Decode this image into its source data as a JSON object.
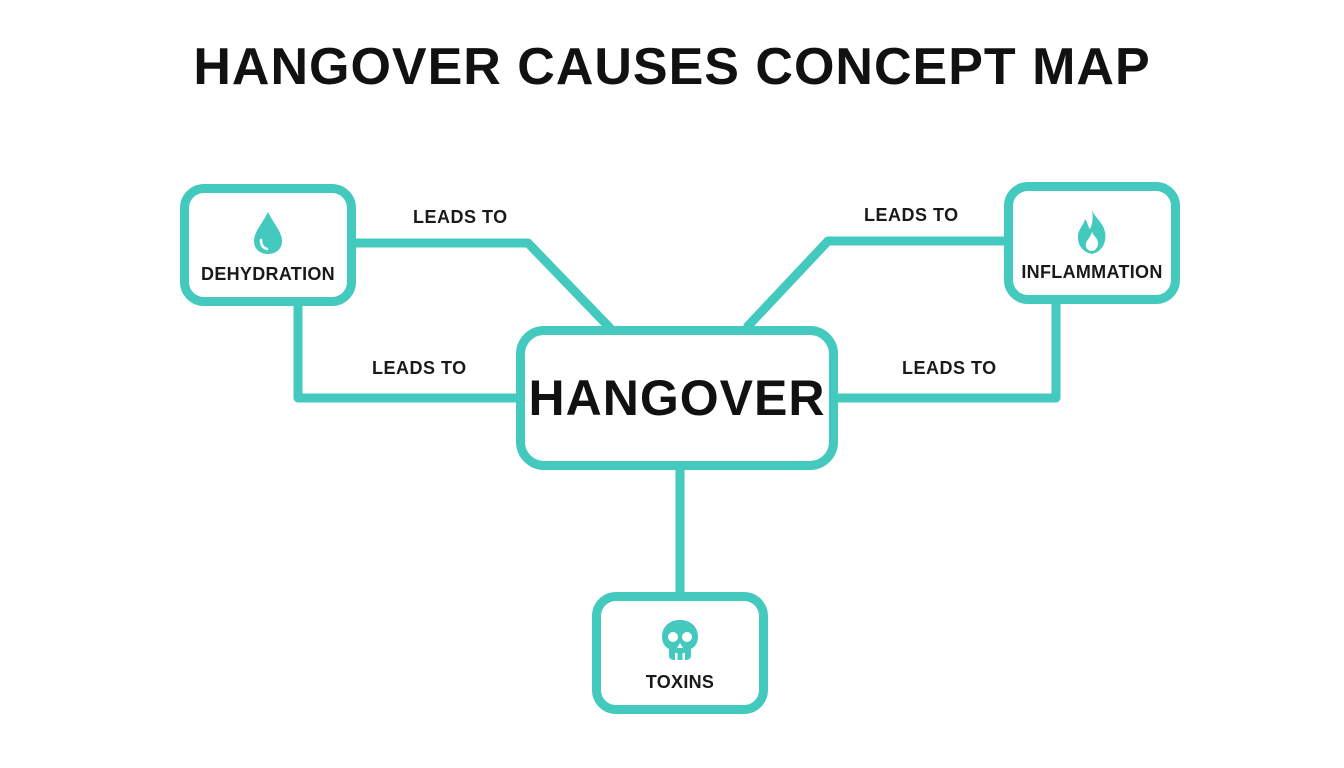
{
  "title": "HANGOVER CAUSES CONCEPT MAP",
  "colors": {
    "accent": "#44c9bf",
    "text": "#111111",
    "background": "#ffffff"
  },
  "nodes": {
    "center": {
      "label": "HANGOVER"
    },
    "dehydration": {
      "label": "DEHYDRATION",
      "icon": "water-drop-icon"
    },
    "inflammation": {
      "label": "INFLAMMATION",
      "icon": "flame-icon"
    },
    "toxins": {
      "label": "TOXINS",
      "icon": "skull-icon"
    }
  },
  "edges": [
    {
      "from": "dehydration",
      "to": "center",
      "label": "LEADS TO"
    },
    {
      "from": "dehydration",
      "to": "center",
      "label": "LEADS TO"
    },
    {
      "from": "inflammation",
      "to": "center",
      "label": "LEADS TO"
    },
    {
      "from": "inflammation",
      "to": "center",
      "label": "LEADS TO"
    },
    {
      "from": "toxins",
      "to": "center",
      "label": ""
    }
  ]
}
